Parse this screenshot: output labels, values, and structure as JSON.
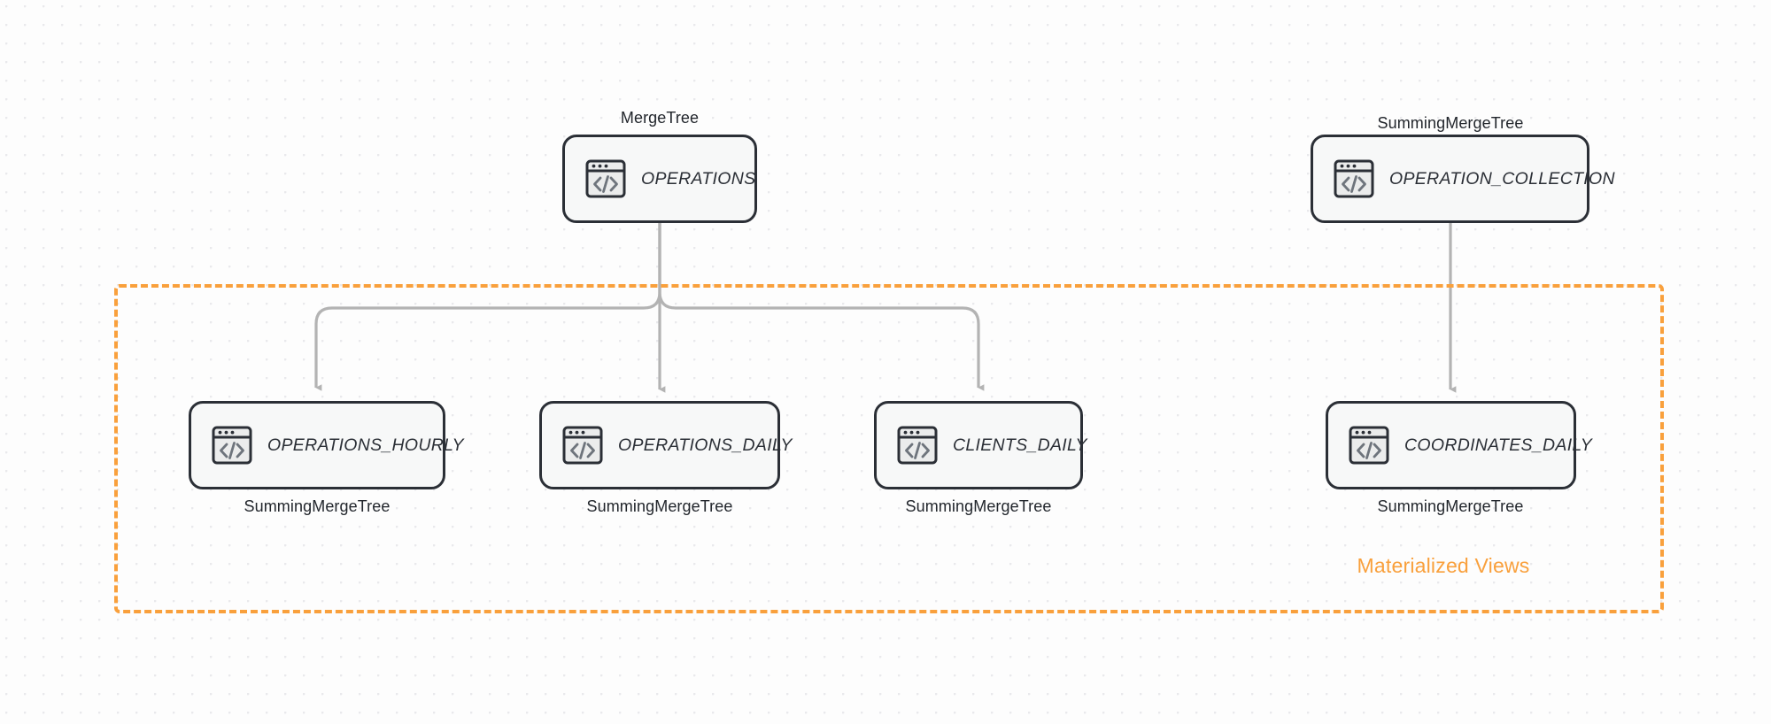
{
  "diagram": {
    "title": "ClickHouse table and materialized view lineage",
    "colors": {
      "accent_orange": "#f9a03c",
      "node_border": "#2b2f36",
      "node_fill": "#f7f8f8",
      "edge_gray": "#b3b3b3",
      "canvas": "#fdfdfd",
      "dot_grid": "#e9e9ec"
    },
    "group": {
      "label": "Materialized Views"
    },
    "nodes": [
      {
        "id": "operations",
        "name": "OPERATIONS",
        "engine": "MergeTree",
        "engine_position": "top",
        "icon": "code-window-icon"
      },
      {
        "id": "operation_collection",
        "name": "OPERATION_COLLECTION",
        "engine": "SummingMergeTree",
        "engine_position": "top",
        "icon": "code-window-icon"
      },
      {
        "id": "operations_hourly",
        "name": "OPERATIONS_HOURLY",
        "engine": "SummingMergeTree",
        "engine_position": "bottom",
        "icon": "code-window-icon"
      },
      {
        "id": "operations_daily",
        "name": "OPERATIONS_DAILY",
        "engine": "SummingMergeTree",
        "engine_position": "bottom",
        "icon": "code-window-icon"
      },
      {
        "id": "clients_daily",
        "name": "CLIENTS_DAILY",
        "engine": "SummingMergeTree",
        "engine_position": "bottom",
        "icon": "code-window-icon"
      },
      {
        "id": "coordinates_daily",
        "name": "COORDINATES_DAILY",
        "engine": "SummingMergeTree",
        "engine_position": "bottom",
        "icon": "code-window-icon"
      }
    ],
    "edges": [
      {
        "from": "operations",
        "to": "operations_hourly"
      },
      {
        "from": "operations",
        "to": "operations_daily"
      },
      {
        "from": "operations",
        "to": "clients_daily"
      },
      {
        "from": "operation_collection",
        "to": "coordinates_daily"
      }
    ]
  }
}
